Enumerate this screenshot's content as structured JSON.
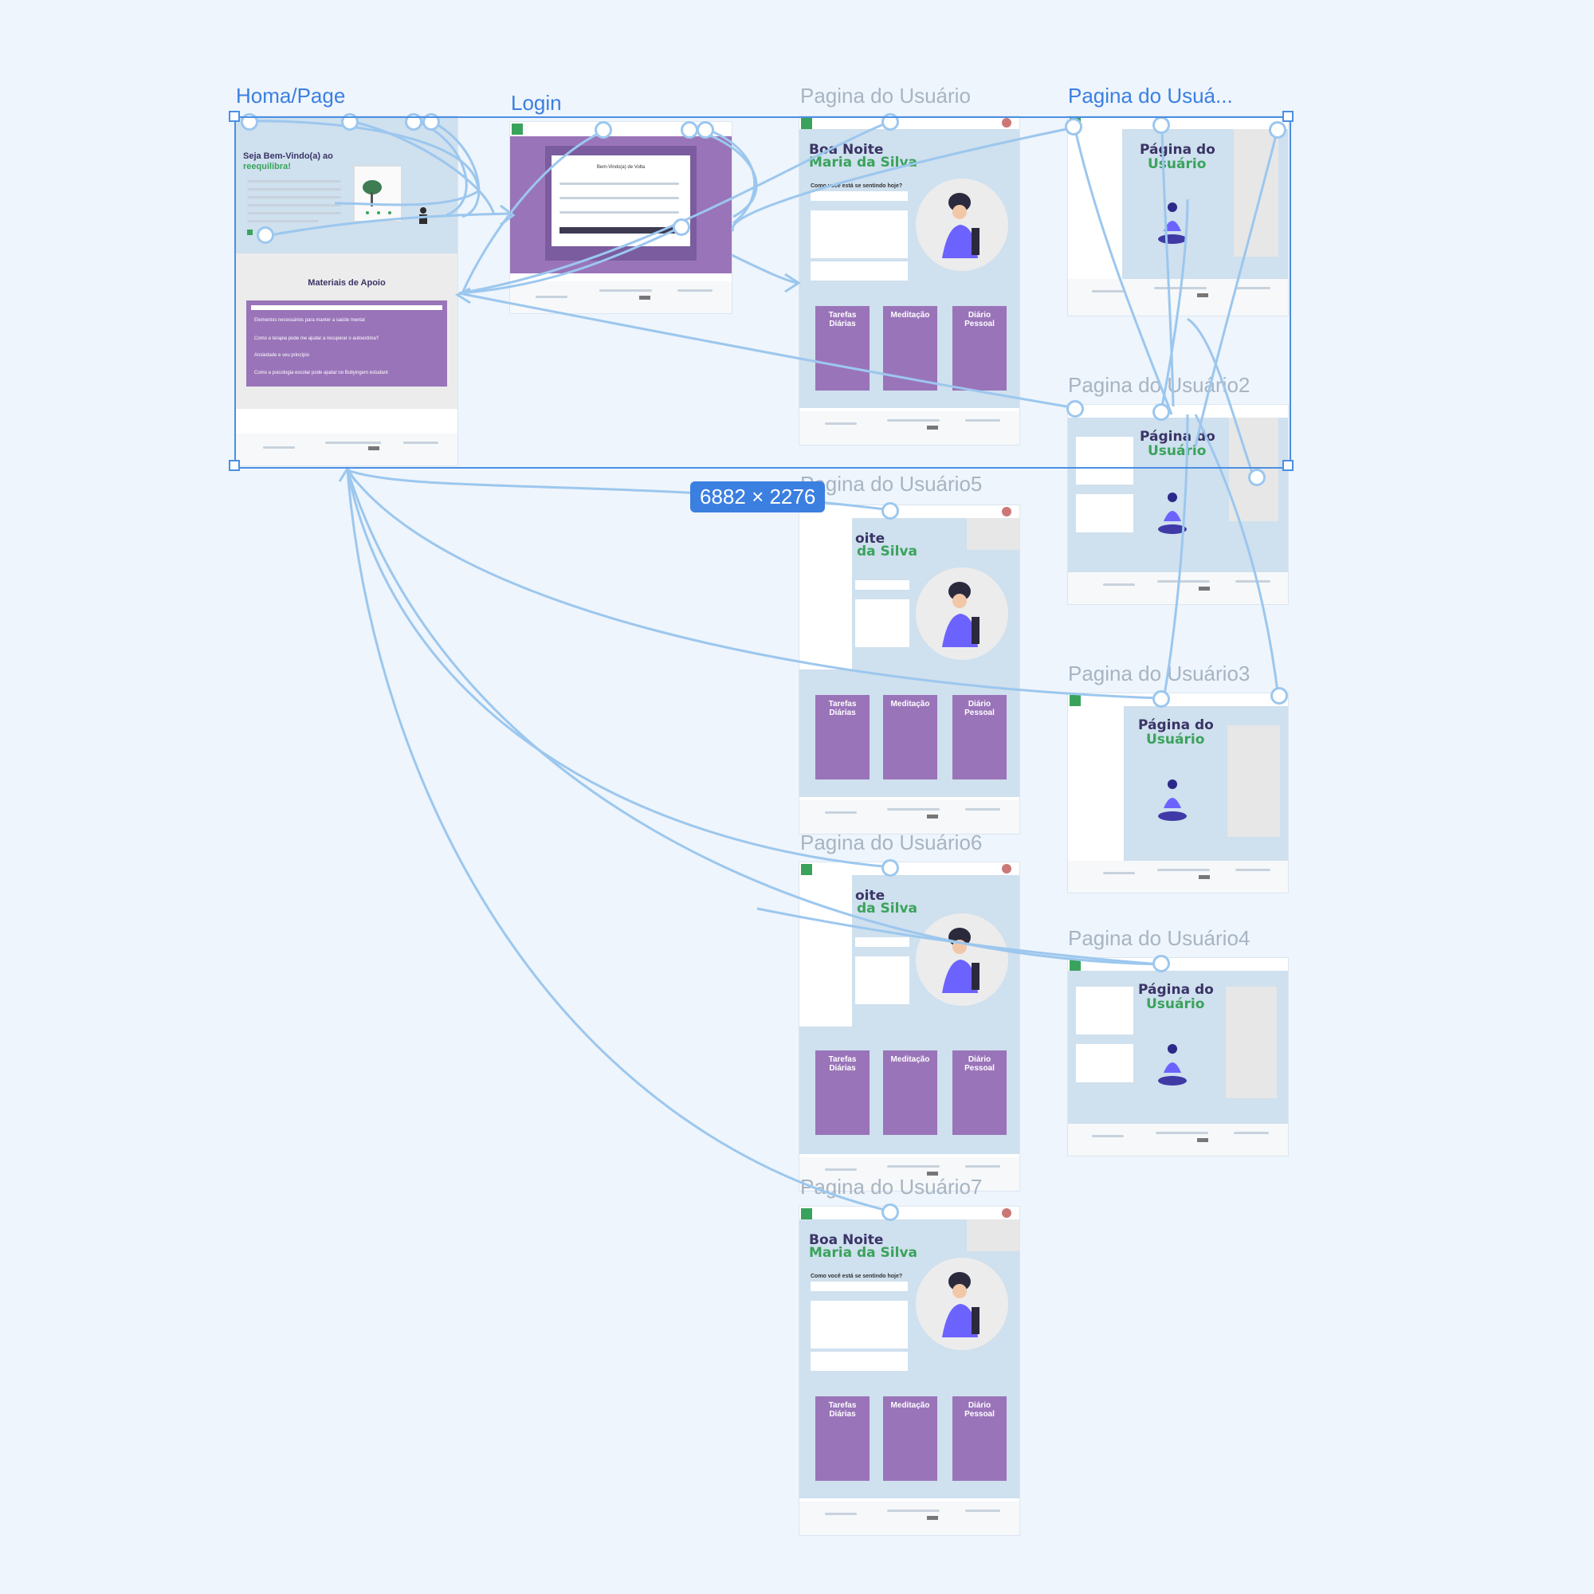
{
  "canvas": {
    "selection_size": "6882 × 2276"
  },
  "frames": {
    "home": {
      "label": "Homa/Page",
      "hero_title_1": "Seja Bem-Vindo(a) ao",
      "hero_title_2": "reequilibra!",
      "section_title": "Materiais de Apoio",
      "list": [
        "Elementos necessários para manter a saúde mental",
        "Como a terapia pode me ajudar a recuperar o autoestima?",
        "Ansiedade e seu princípio",
        "Como a psicologia escolar pode ajudar no Bullyingem estudant"
      ]
    },
    "login": {
      "label": "Login",
      "dialog_title": "Bem-Vindo(a) de Volta"
    },
    "user1": {
      "label": "Pagina do Usuário",
      "greeting_1": "Boa Noite",
      "greeting_2": "Maria da Silva",
      "question": "Como você está se sentindo hoje?",
      "cards": [
        "Tarefas Diárias",
        "Meditação",
        "Diário Pessoal"
      ]
    },
    "user_trunc": {
      "label": "Pagina do Usuá...",
      "heading_1": "Página do",
      "heading_2": "Usuário"
    },
    "user2": {
      "label": "Pagina do Usuário2",
      "heading_1": "Página do",
      "heading_2": "Usuário"
    },
    "user3": {
      "label": "Pagina do Usuário3",
      "heading_1": "Página do",
      "heading_2": "Usuário"
    },
    "user4": {
      "label": "Pagina do Usuário4",
      "heading_1": "Página do",
      "heading_2": "Usuário"
    },
    "user5": {
      "label": "Pagina do Usuário5",
      "greeting_1": "oite",
      "greeting_2": "da Silva",
      "cards": [
        "Tarefas Diárias",
        "Meditação",
        "Diário Pessoal"
      ]
    },
    "user6": {
      "label": "Pagina do Usuário6",
      "greeting_1": "oite",
      "greeting_2": "da Silva",
      "cards": [
        "Tarefas Diárias",
        "Meditação",
        "Diário Pessoal"
      ]
    },
    "user7": {
      "label": "Pagina do Usuário7",
      "greeting_1": "Boa Noite",
      "greeting_2": "Maria da Silva",
      "question": "Como você está se sentindo hoje?",
      "cards": [
        "Tarefas Diárias",
        "Meditação",
        "Diário Pessoal"
      ]
    }
  },
  "colors": {
    "canvas_bg": "#eef5fc",
    "selection": "#4a8fe3",
    "flow": "#9cc7ee",
    "hero": "#cfe0ee",
    "purple": "#9a74b9",
    "green": "#3aa35b"
  },
  "icons": [
    "person-avatar-icon",
    "meditation-figure-icon",
    "brain-plant-icon"
  ]
}
